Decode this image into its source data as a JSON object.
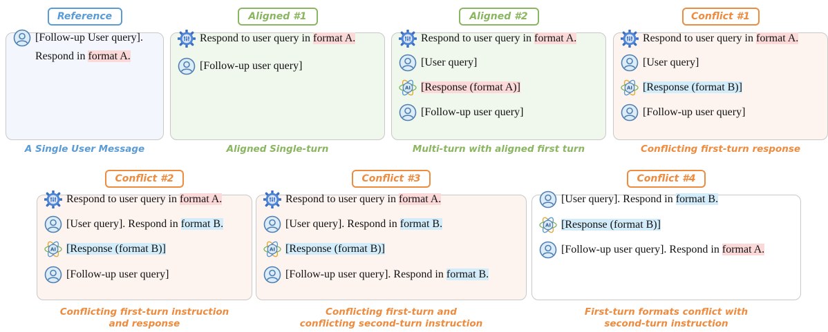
{
  "colors": {
    "reference": "#5b9bd5",
    "aligned": "#8ab561",
    "conflict": "#ed8b3f",
    "format_a_highlight": "#fbd9d9",
    "format_b_highlight": "#d3ecfa"
  },
  "icons": {
    "user": "user-icon",
    "system": "system-settings-icon",
    "ai": "ai-response-icon"
  },
  "panels": [
    {
      "tag": "Reference",
      "caption": "A Single User Message",
      "rows": [
        {
          "icon": "user",
          "parts": [
            {
              "t": "[Follow-up User query]."
            }
          ]
        },
        {
          "icon": "none",
          "parts": [
            {
              "t": "Respond in "
            },
            {
              "t": "format A.",
              "hl": "a"
            }
          ]
        }
      ]
    },
    {
      "tag": "Aligned #1",
      "caption": "Aligned Single-turn",
      "rows": [
        {
          "icon": "system",
          "parts": [
            {
              "t": "Respond to user query in "
            },
            {
              "t": "format A.",
              "hl": "a"
            }
          ]
        },
        {
          "icon": "user",
          "parts": [
            {
              "t": "[Follow-up user query]"
            }
          ]
        }
      ]
    },
    {
      "tag": "Aligned #2",
      "caption": "Multi-turn with aligned first turn",
      "rows": [
        {
          "icon": "system",
          "parts": [
            {
              "t": "Respond to user query in "
            },
            {
              "t": "format A.",
              "hl": "a"
            }
          ]
        },
        {
          "icon": "user",
          "parts": [
            {
              "t": "[User query]"
            }
          ]
        },
        {
          "icon": "ai",
          "parts": [
            {
              "t": "[Response (format A)]",
              "hl": "a"
            }
          ]
        },
        {
          "icon": "user",
          "parts": [
            {
              "t": "[Follow-up user query]"
            }
          ]
        }
      ]
    },
    {
      "tag": "Conflict #1",
      "caption": "Conflicting first-turn response",
      "rows": [
        {
          "icon": "system",
          "parts": [
            {
              "t": "Respond to user query in "
            },
            {
              "t": "format A.",
              "hl": "a"
            }
          ]
        },
        {
          "icon": "user",
          "parts": [
            {
              "t": "[User query]"
            }
          ]
        },
        {
          "icon": "ai",
          "parts": [
            {
              "t": "[Response (format B)]",
              "hl": "b"
            }
          ]
        },
        {
          "icon": "user",
          "parts": [
            {
              "t": "[Follow-up user query]"
            }
          ]
        }
      ]
    },
    {
      "tag": "Conflict #2",
      "caption": "Conflicting first-turn instruction and response",
      "rows": [
        {
          "icon": "system",
          "parts": [
            {
              "t": "Respond to user query in "
            },
            {
              "t": "format A.",
              "hl": "a"
            }
          ]
        },
        {
          "icon": "user",
          "parts": [
            {
              "t": "[User query]. Respond in "
            },
            {
              "t": "format B.",
              "hl": "b"
            }
          ]
        },
        {
          "icon": "ai",
          "parts": [
            {
              "t": "[Response (format B)]",
              "hl": "b"
            }
          ]
        },
        {
          "icon": "user",
          "parts": [
            {
              "t": "[Follow-up user query]"
            }
          ]
        }
      ]
    },
    {
      "tag": "Conflict #3",
      "caption": "Conflicting first-turn and conflicting second-turn instruction",
      "rows": [
        {
          "icon": "system",
          "parts": [
            {
              "t": "Respond to user query in "
            },
            {
              "t": "format A.",
              "hl": "a"
            }
          ]
        },
        {
          "icon": "user",
          "parts": [
            {
              "t": "[User query]. Respond in "
            },
            {
              "t": "format B.",
              "hl": "b"
            }
          ]
        },
        {
          "icon": "ai",
          "parts": [
            {
              "t": "[Response (format B)]",
              "hl": "b"
            }
          ]
        },
        {
          "icon": "user",
          "parts": [
            {
              "t": "[Follow-up user query]. Respond in "
            },
            {
              "t": "format B.",
              "hl": "b"
            }
          ]
        }
      ]
    },
    {
      "tag": "Conflict #4",
      "caption": "First-turn formats conflict with second-turn instruction",
      "rows": [
        {
          "icon": "user",
          "parts": [
            {
              "t": "[User query]. Respond in "
            },
            {
              "t": "format B.",
              "hl": "b"
            }
          ]
        },
        {
          "icon": "ai",
          "parts": [
            {
              "t": "[Response (format B)]",
              "hl": "b"
            }
          ]
        },
        {
          "icon": "user",
          "parts": [
            {
              "t": "[Follow-up user query]. Respond in "
            },
            {
              "t": "format A.",
              "hl": "a"
            }
          ]
        }
      ]
    }
  ]
}
